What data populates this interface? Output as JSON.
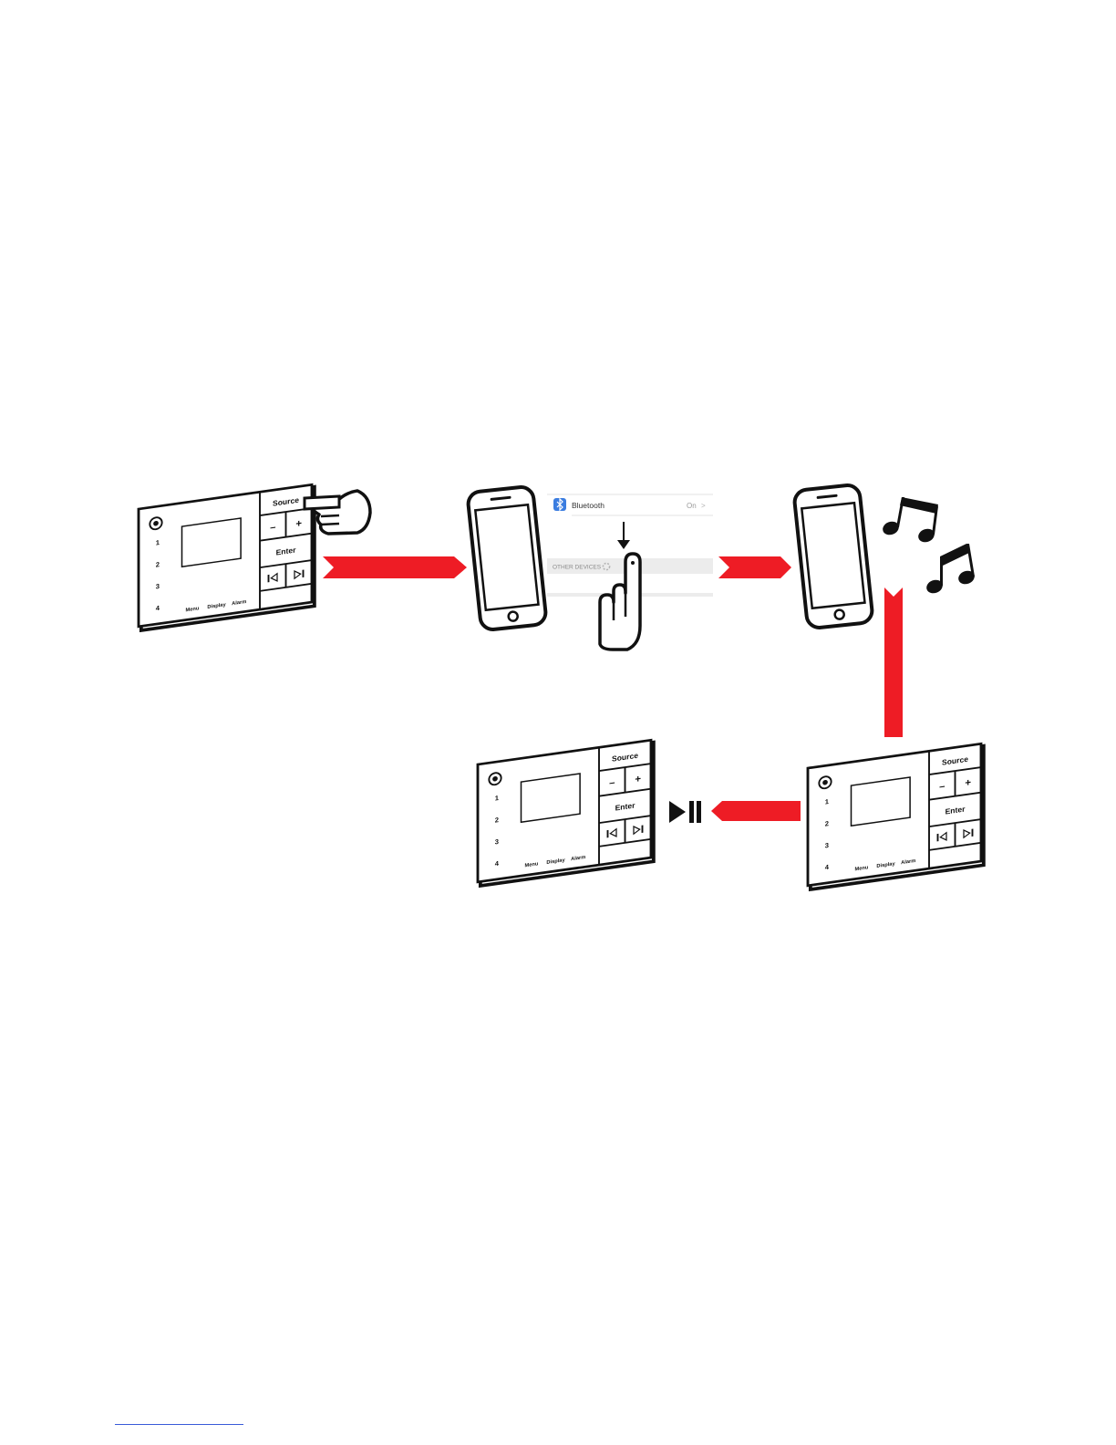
{
  "colors": {
    "arrow": "#ee1c25",
    "highlight": "#9a9a9a",
    "stroke": "#111111",
    "bt_badge": "#3b7de0",
    "muted_text": "#9a9a9a",
    "row_bg": "#ececec"
  },
  "panel": {
    "source_label": "Source",
    "minus_label": "–",
    "plus_label": "+",
    "enter_label": "Enter",
    "presets": [
      "1",
      "2",
      "3",
      "4"
    ],
    "menu_label": "Menu",
    "display_label": "Display",
    "alarm_label": "Alarm"
  },
  "bluetooth_screen": {
    "title": "Bluetooth",
    "status": "On",
    "chevron": ">",
    "section_header": "OTHER DEVICES"
  },
  "icons": {
    "pointing_hand": "hand-point-right-icon",
    "tap_hand": "hand-tap-icon",
    "music_notes": "music-note-icon",
    "play_pause": "play-pause-icon",
    "bluetooth": "bluetooth-icon",
    "spinner": "loading-spinner-icon",
    "down_arrow": "arrow-down-icon"
  }
}
